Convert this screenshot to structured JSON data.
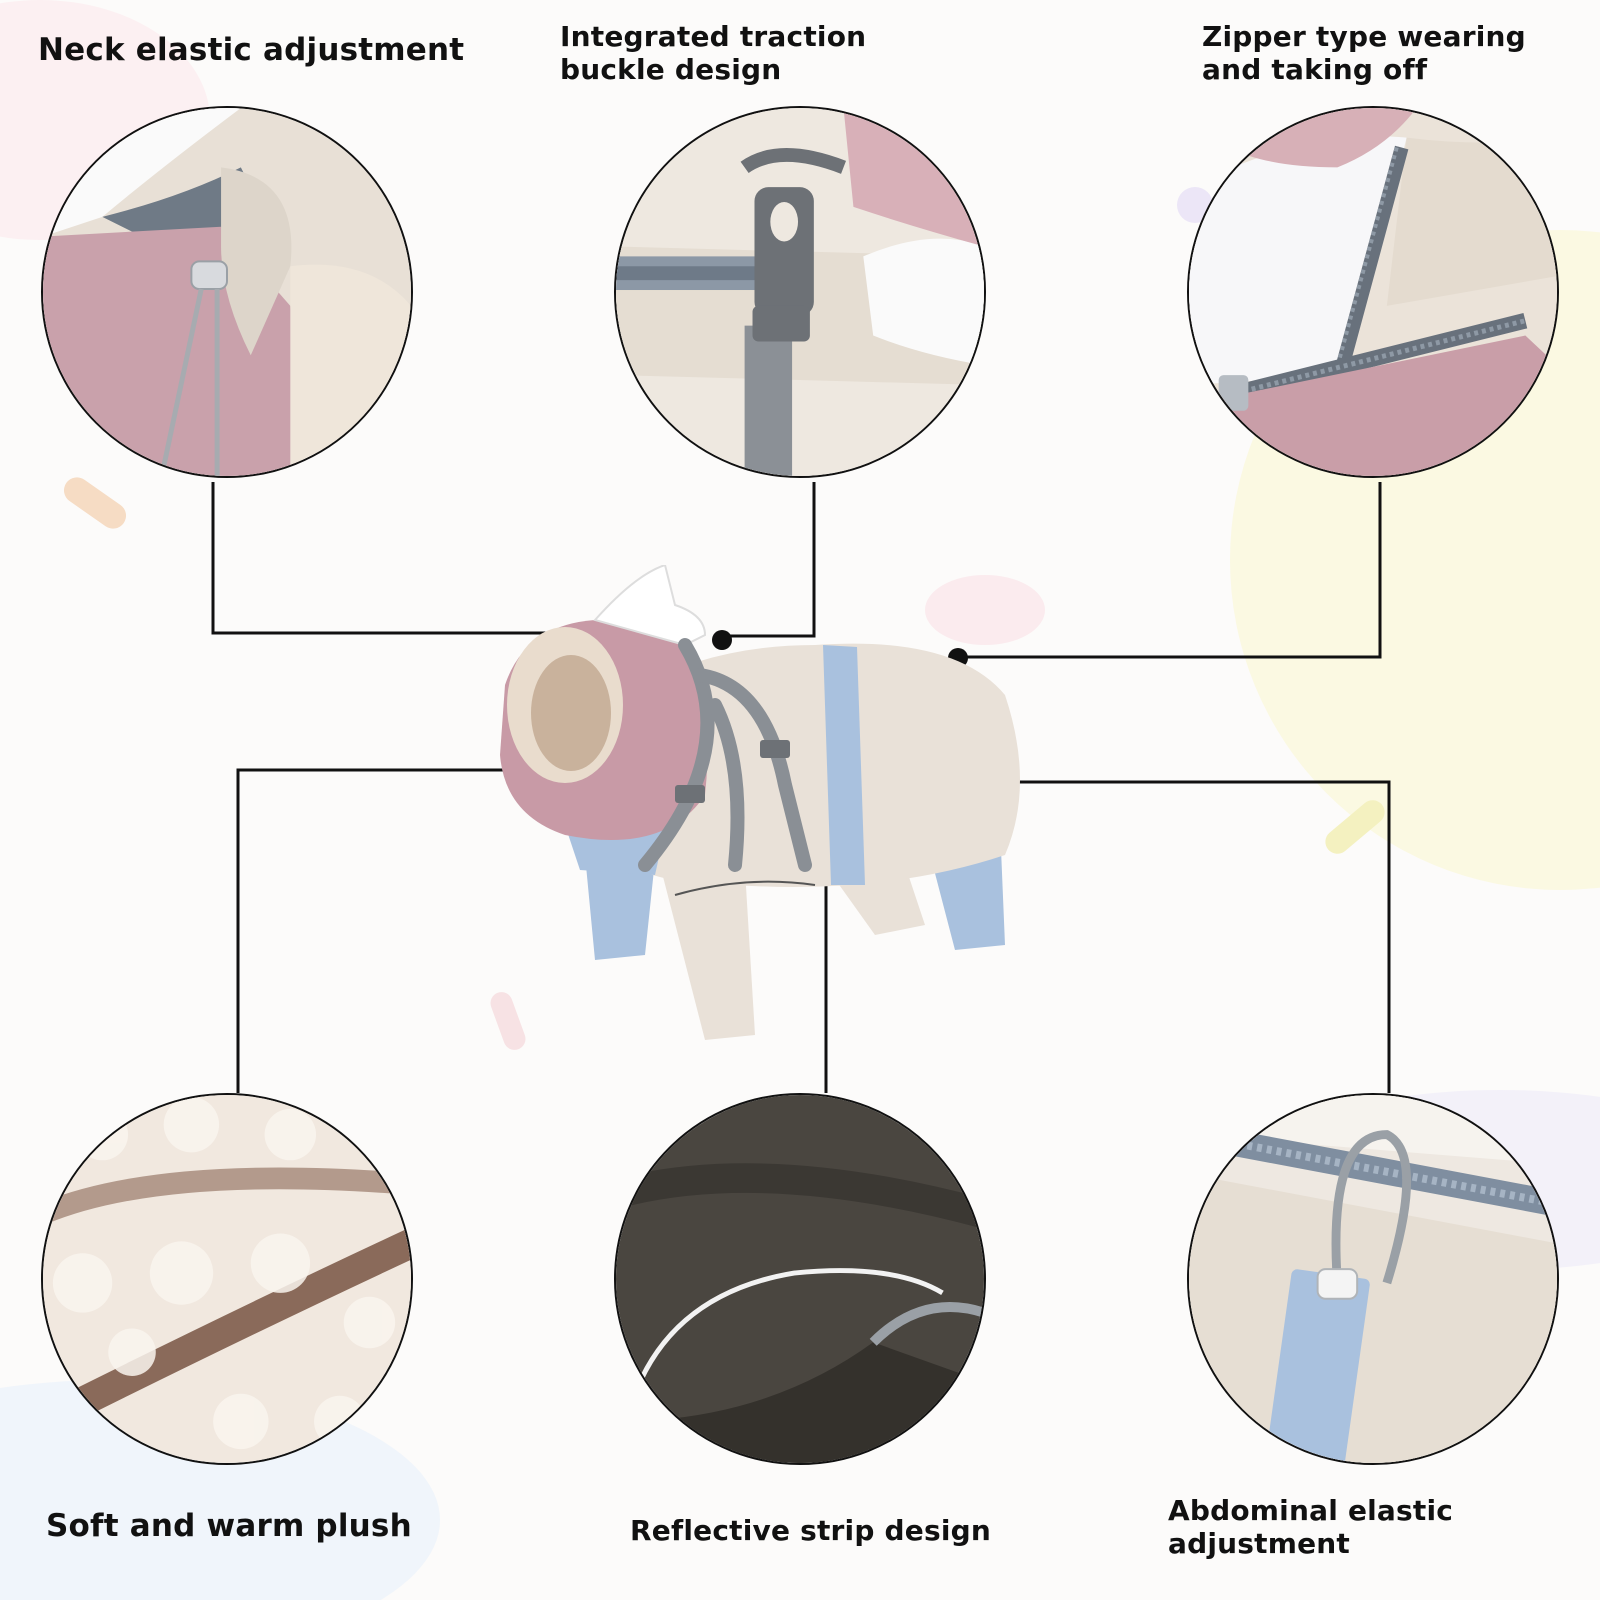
{
  "colors": {
    "background": "#fcfbfa",
    "line": "#111111",
    "coat_cream": "#e9e1d8",
    "coat_pink": "#c89aa6",
    "coat_blue": "#a9c1de",
    "strap_gray": "#8a8f95",
    "fleece": "#f3ece4",
    "reflective_dark": "#4a4640"
  },
  "callouts": [
    {
      "id": "neck",
      "label": "Neck elastic adjustment",
      "icon": "drawstring-toggle"
    },
    {
      "id": "buckle",
      "label": "Integrated traction buckle design",
      "icon": "leash-buckle"
    },
    {
      "id": "zipper",
      "label": "Zipper type wearing and taking off",
      "icon": "zipper"
    },
    {
      "id": "plush",
      "label": "Soft and warm plush",
      "icon": "fleece-texture"
    },
    {
      "id": "reflective",
      "label": "Reflective strip design",
      "icon": "reflective-strip"
    },
    {
      "id": "abdominal",
      "label": "Abdominal elastic adjustment",
      "icon": "elastic-cord"
    }
  ],
  "product": {
    "icon": "dog-winter-jumpsuit"
  }
}
